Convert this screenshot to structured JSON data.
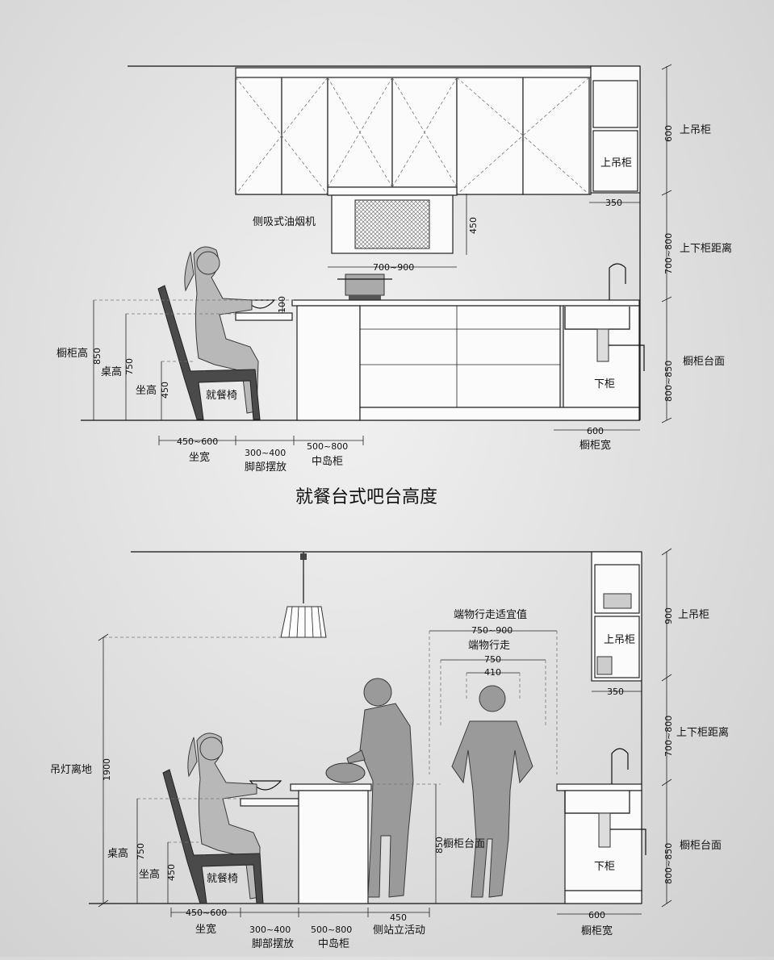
{
  "top": {
    "title": "就餐台式吧台高度",
    "hood_label": "侧吸式油烟机",
    "upper_cab_label": "上吊柜",
    "upper_cab_inner": "上吊柜",
    "upper_cab_height": "600",
    "upper_cab_depth": "350",
    "gap_label": "上下柜距离",
    "gap_value": "700~800",
    "counter_label": "橱柜台面",
    "counter_value": "800~850",
    "hood_height": "450",
    "hood_width": "700~900",
    "bowl_gap": "100",
    "lower_cab": "下柜",
    "cabinet_width_value": "600",
    "cabinet_width_label": "橱柜宽",
    "left_height_label": "橱柜高",
    "left_height_value": "850",
    "table_height_label": "桌高",
    "table_height_value": "750",
    "seat_height_label": "坐高",
    "seat_height_value": "450",
    "chair_label": "就餐椅",
    "seat_width_value": "450~600",
    "seat_width_label": "坐宽",
    "foot_value": "300~400",
    "foot_label": "脚部摆放",
    "island_value": "500~800",
    "island_label": "中岛柜"
  },
  "bottom": {
    "upper_cab_label": "上吊柜",
    "upper_cab_inner": "上吊柜",
    "upper_cab_height": "900",
    "upper_cab_depth": "350",
    "gap_label": "上下柜距离",
    "gap_value": "700~800",
    "counter_label": "橱柜台面",
    "counter_value": "800~850",
    "lamp_label": "吊灯离地",
    "lamp_value": "1900",
    "table_height_label": "桌高",
    "table_height_value": "750",
    "seat_height_label": "坐高",
    "seat_height_value": "450",
    "chair_label": "就餐椅",
    "counter_mid_label": "橱柜台面",
    "counter_mid_value": "850",
    "walk_ideal_label": "端物行走适宜值",
    "walk_ideal_value": "750~900",
    "walk_label": "端物行走",
    "walk_value": "750",
    "body_value": "410",
    "lower_cab": "下柜",
    "cabinet_width_value": "600",
    "cabinet_width_label": "橱柜宽",
    "seat_width_value": "450~600",
    "seat_width_label": "坐宽",
    "foot_value": "300~400",
    "foot_label": "脚部摆放",
    "island_value": "500~800",
    "island_label": "中岛柜",
    "side_value": "450",
    "side_label": "侧站立活动"
  }
}
